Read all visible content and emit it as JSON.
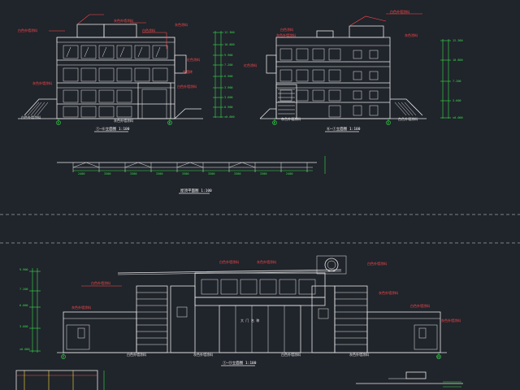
{
  "drawings": {
    "elevation_1": {
      "title": "①—⑥立面图 1:100",
      "callouts": [
        "白色外墙涂料",
        "灰色外墙涂料",
        "白色涂料",
        "灰色涂料",
        "红色涂料",
        "外墙砖",
        "白色外墙涂料",
        "灰色外墙涂料"
      ],
      "bottom_labels": [
        "白色外墙涂料",
        "灰色外墙涂料"
      ],
      "axes": [
        "1",
        "6"
      ]
    },
    "elevation_2": {
      "title": "⑥—①立面图 1:100",
      "callouts": [
        "白色外墙涂料",
        "灰色外墙涂料",
        "白色涂料",
        "灰色涂料",
        "红色涂料"
      ],
      "bottom_labels": [
        "灰色外墙涂料",
        "白色外墙涂料"
      ],
      "axes": [
        "6",
        "1"
      ]
    },
    "plan_strip": {
      "title": "屋顶平面图 1:100",
      "dims": [
        "2400",
        "3300",
        "3300",
        "3300",
        "3300",
        "3300",
        "3300",
        "3300",
        "2400"
      ]
    },
    "elevation_3": {
      "title": "①—⑪立面图 1:100",
      "callouts": [
        "白色外墙涂料",
        "灰色外墙涂料",
        "白色外墙涂料",
        "灰色外墙涂料",
        "白色外墙涂料",
        "灰色外墙涂料",
        "白色外墙涂料",
        "灰色外墙涂料"
      ],
      "bottom_labels": [
        "白色外墙涂料",
        "灰色外墙涂料",
        "白色外墙涂料",
        "灰色外墙涂料"
      ],
      "signage": "大 门 名 称",
      "axes": [
        "1",
        "11"
      ]
    }
  },
  "levels_left": [
    "12.300",
    "10.800",
    "9.900",
    "7.200",
    "6.900",
    "3.900",
    "3.600",
    "0.900",
    "±0.000"
  ],
  "levels_right": [
    "12.300",
    "10.800",
    "7.200",
    "3.600",
    "±0.000"
  ],
  "levels_e3": [
    "9.900",
    "7.200",
    "6.000",
    "3.600",
    "±0.000"
  ]
}
